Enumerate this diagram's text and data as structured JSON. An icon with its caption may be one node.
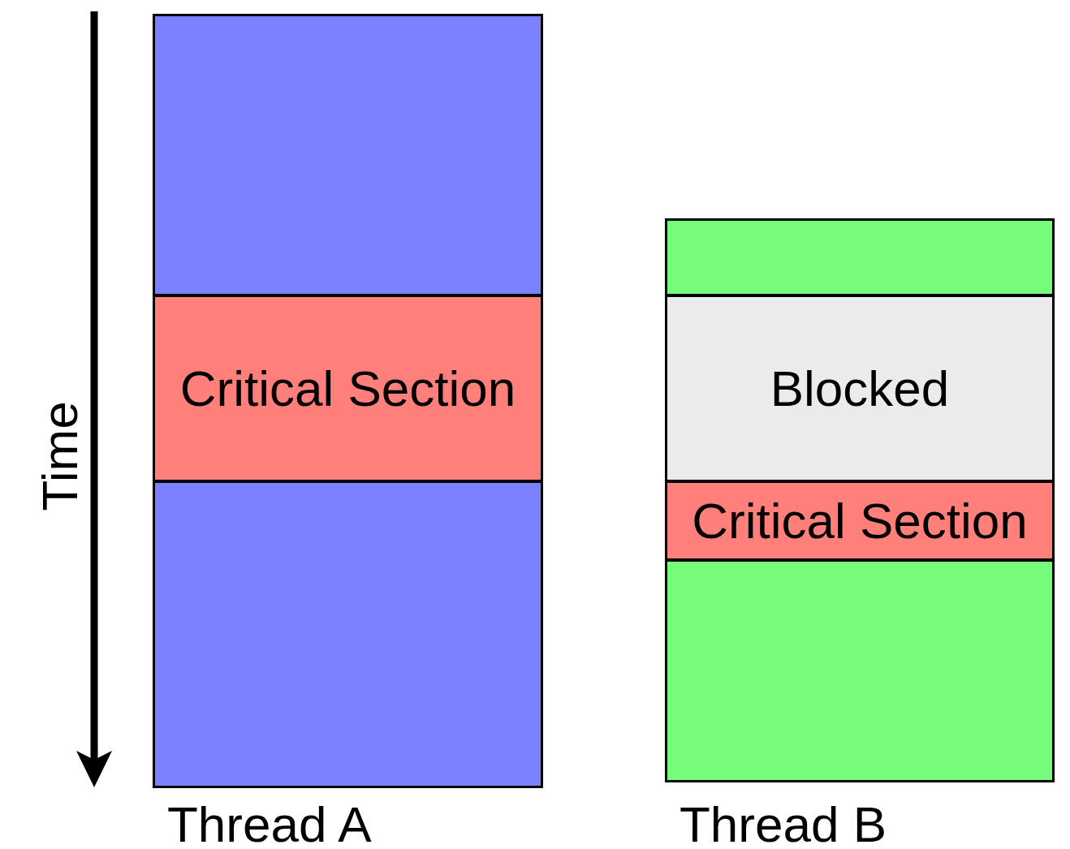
{
  "diagram": {
    "nodes": [
      {
        "text": [
          "Thread A"
        ]
      },
      {
        "text": [],
        "shape": "box",
        "in": 0
      },
      {
        "text": [
          "Critical Section"
        ],
        "in": 0
      },
      {
        "text": [],
        "shape": "box",
        "in": 0
      },
      {
        "text": [
          "Thread B"
        ]
      },
      {
        "text": [],
        "shape": "box",
        "in": 4
      },
      {
        "text": [
          "Blocked"
        ],
        "in": 4
      },
      {
        "text": [
          "Critical Section"
        ],
        "in": 4
      },
      {
        "text": [],
        "shape": "box",
        "in": 4
      }
    ],
    "edges": [],
    "labels": [
      "Time"
    ]
  }
}
